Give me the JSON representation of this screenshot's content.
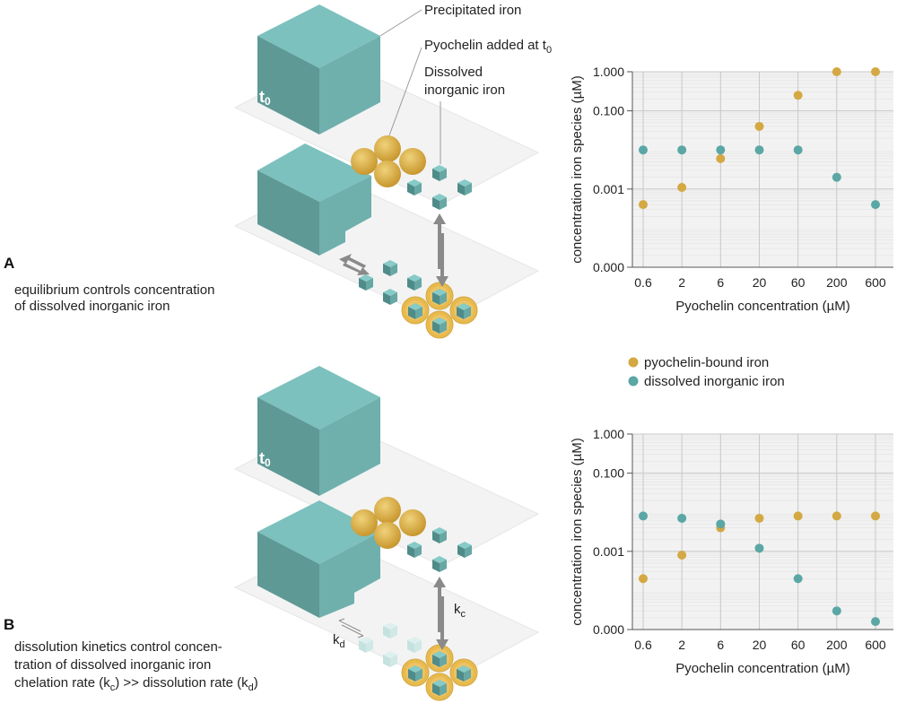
{
  "annotations": {
    "precipitated_iron": "Precipitated iron",
    "pyochelin_added": "Pyochelin added at t",
    "pyochelin_added_sub": "0",
    "dissolved_line1": "Dissolved",
    "dissolved_line2": "inorganic iron",
    "t0_main": "t",
    "t0_sub": "0"
  },
  "panel_a": {
    "letter": "A",
    "caption_line1": "equilibrium controls concentration",
    "caption_line2": "of dissolved inorganic iron"
  },
  "panel_b": {
    "letter": "B",
    "caption_line1": "dissolution kinetics control concen-",
    "caption_line2": "tration of dissolved inorganic iron",
    "caption_line3_a": "chelation rate (k",
    "caption_line3_b": "c",
    "caption_line3_c": ") >> dissolution rate (k",
    "caption_line3_d": "d",
    "caption_line3_e": ")",
    "kc_main": "k",
    "kc_sub": "c",
    "kd_main": "k",
    "kd_sub": "d"
  },
  "legend": {
    "items": [
      {
        "label": "pyochelin-bound iron",
        "color": "#D4A843"
      },
      {
        "label": "dissolved inorganic iron",
        "color": "#5BA7A5"
      }
    ]
  },
  "colors": {
    "bound": "#D4A843",
    "inorganic": "#5BA7A5",
    "cube_top": "#7CC1BE",
    "cube_front": "#5E9996",
    "cube_side": "#6FB0AD",
    "plot_bg": "#F2F2F2",
    "grid": "#C8C8C8"
  },
  "chart_data": [
    {
      "type": "scatter",
      "title": "",
      "xlabel": "Pyochelin concentration (µM)",
      "ylabel": "concentration iron species (µM)",
      "scale": "log",
      "categories": [
        "0.6",
        "2",
        "6",
        "20",
        "60",
        "200",
        "600"
      ],
      "y_ticks": [
        "1.000",
        "0.100",
        "0.001",
        "0.000"
      ],
      "y_tick_values": [
        1,
        0.1,
        0.001,
        1e-05
      ],
      "ylim": [
        1e-05,
        1
      ],
      "grid": true,
      "series": [
        {
          "name": "pyochelin-bound iron",
          "values": [
            0.0004,
            0.0011,
            0.006,
            0.04,
            0.25,
            1.0,
            1.0
          ]
        },
        {
          "name": "dissolved inorganic iron",
          "values": [
            0.01,
            0.01,
            0.01,
            0.01,
            0.01,
            0.002,
            0.0004
          ]
        }
      ]
    },
    {
      "type": "scatter",
      "title": "",
      "xlabel": "Pyochelin concentration (µM)",
      "ylabel": "concentration iron species (µM)",
      "scale": "log",
      "categories": [
        "0.6",
        "2",
        "6",
        "20",
        "60",
        "200",
        "600"
      ],
      "y_ticks": [
        "1.000",
        "0.100",
        "0.001",
        "0.000"
      ],
      "y_tick_values": [
        1,
        0.1,
        0.001,
        1e-05
      ],
      "ylim": [
        1e-05,
        1
      ],
      "grid": true,
      "series": [
        {
          "name": "pyochelin-bound iron",
          "values": [
            0.0002,
            0.0008,
            0.004,
            0.007,
            0.008,
            0.008,
            0.008
          ]
        },
        {
          "name": "dissolved inorganic iron",
          "values": [
            0.008,
            0.007,
            0.005,
            0.0012,
            0.0002,
            3e-05,
            1.6e-05
          ]
        }
      ]
    }
  ]
}
